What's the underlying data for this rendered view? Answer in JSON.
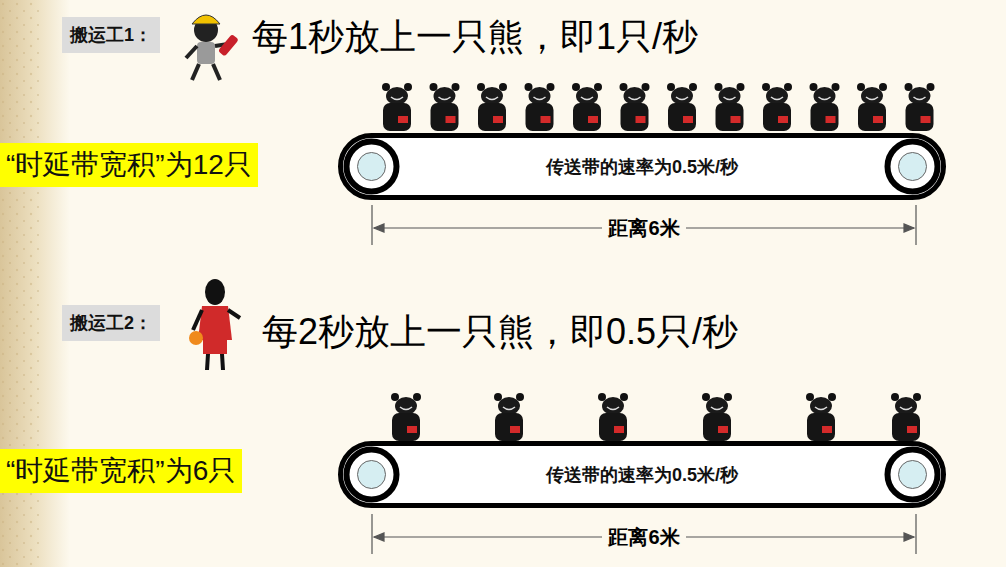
{
  "diagram": {
    "nodes": [
      {
        "text": [
          "搬运工1："
        ]
      },
      {
        "text": [
          "“时延带宽积”为12只"
        ]
      },
      {
        "text": [
          "传送带的速率为0.5米/秒"
        ]
      },
      {
        "text": [
          "搬运工2："
        ]
      },
      {
        "text": [
          "“时延带宽积”为6只"
        ]
      },
      {
        "text": [
          "传送带的速率为0.5米/秒"
        ]
      }
    ],
    "labels": [
      "每1秒放上一只熊，即1只/秒",
      "距离6米",
      "每2秒放上一只熊，即0.5只/秒",
      "距离6米"
    ]
  }
}
